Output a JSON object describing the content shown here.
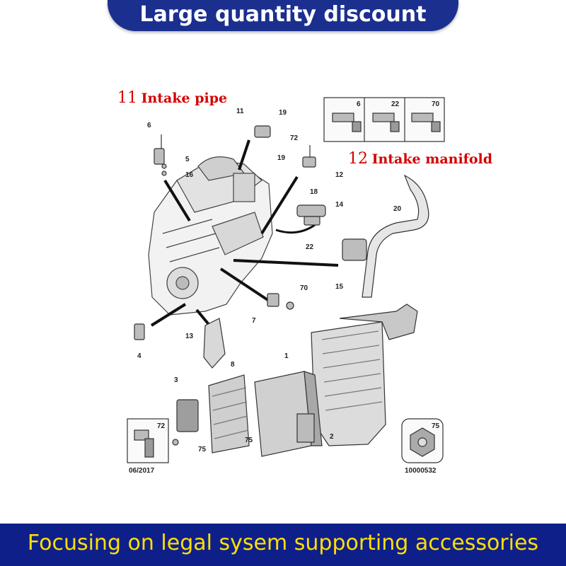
{
  "header": {
    "banner_text": "Large quantity discount"
  },
  "footer": {
    "banner_text": "Focusing on legal sysem supporting accessories"
  },
  "annotations": {
    "intake_pipe": {
      "number": "11",
      "text": "Intake pipe"
    },
    "intake_manifold": {
      "number": "12",
      "text": "Intake manifold"
    }
  },
  "diagram": {
    "date_code": "06/2017",
    "ref_code": "10000532",
    "part_numbers": [
      "11",
      "19",
      "6",
      "5",
      "16",
      "72",
      "19",
      "12",
      "18",
      "14",
      "22",
      "20",
      "15",
      "70",
      "7",
      "13",
      "4",
      "1",
      "2",
      "3",
      "8",
      "75",
      "75"
    ],
    "bolt_legend": [
      "6",
      "22",
      "70"
    ],
    "inset_72": "72",
    "inset_75": "75"
  },
  "colors": {
    "banner_blue": "#1b2f8f",
    "footer_text": "#ffe000",
    "label_red": "#d40000"
  }
}
